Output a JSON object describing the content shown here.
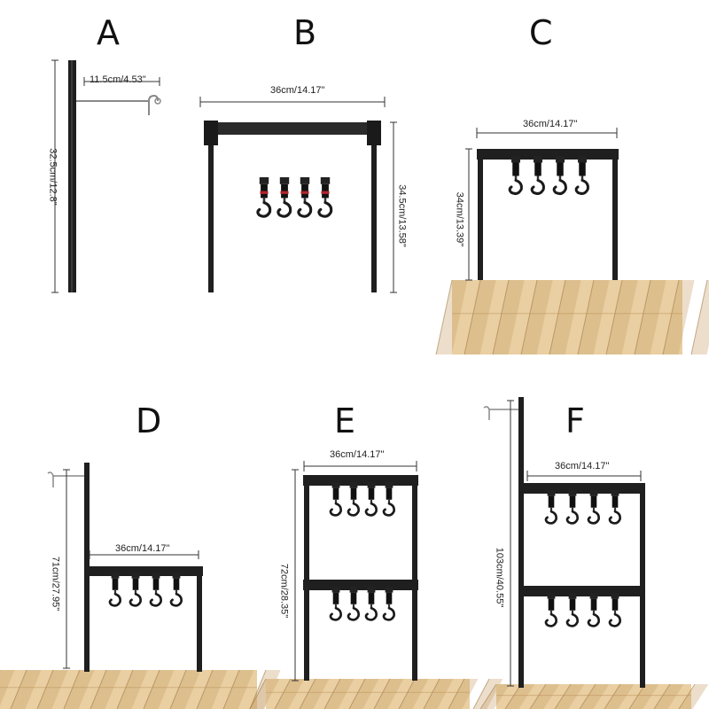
{
  "panels": {
    "a": {
      "letter": "A",
      "width_label": "11.5cm/4.53\"",
      "height_label": "32.5cm/12.8\""
    },
    "b": {
      "letter": "B",
      "width_label": "36cm/14.17\"",
      "height_label": "34.5cm/13.58\"",
      "loose_hooks": 4
    },
    "c": {
      "letter": "C",
      "width_label": "36cm/14.17\"",
      "height_label": "34cm/13.39\"",
      "hooks": 4
    },
    "d": {
      "letter": "D",
      "width_label": "36cm/14.17\"",
      "height_label": "71cm/27.95\"",
      "hooks": 4
    },
    "e": {
      "letter": "E",
      "width_label": "36cm/14.17\"",
      "height_label": "72cm/28.35\"",
      "hooks_per_bar": 4,
      "bars": 2
    },
    "f": {
      "letter": "F",
      "width_label": "36cm/14.17\"",
      "height_label": "103cm/40.55\"",
      "hooks_per_bar": 4,
      "bars": 2
    }
  },
  "colors": {
    "frame": "#1f1f1f",
    "dimension_line": "#333333",
    "wood_light": "#e9cfa2",
    "wood_dark": "#c9a06a",
    "hook_ring": "#b0242a"
  }
}
